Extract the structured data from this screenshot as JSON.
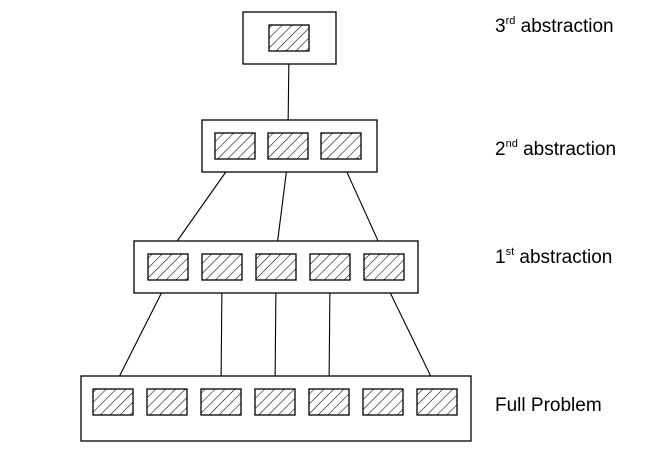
{
  "colors": {
    "stroke": "#000000",
    "background": "#ffffff",
    "hatch": "#000000"
  },
  "levels": [
    {
      "key": "abs3",
      "label": {
        "main": "3",
        "sup": "rd",
        "rest": " abstraction"
      },
      "node_count": 1
    },
    {
      "key": "abs2",
      "label": {
        "main": "2",
        "sup": "nd",
        "rest": " abstraction"
      },
      "node_count": 3
    },
    {
      "key": "abs1",
      "label": {
        "main": "1",
        "sup": "st",
        "rest": " abstraction"
      },
      "node_count": 5
    },
    {
      "key": "full",
      "label": {
        "main": "Full Problem",
        "sup": "",
        "rest": ""
      },
      "node_count": 7
    }
  ],
  "connections": [
    {
      "from": [
        0,
        0
      ],
      "to": [
        1,
        1
      ]
    },
    {
      "from": [
        1,
        0
      ],
      "to": [
        2,
        0
      ]
    },
    {
      "from": [
        1,
        1
      ],
      "to": [
        2,
        2
      ]
    },
    {
      "from": [
        1,
        2
      ],
      "to": [
        2,
        4
      ]
    },
    {
      "from": [
        2,
        0
      ],
      "to": [
        3,
        0
      ]
    },
    {
      "from": [
        2,
        1
      ],
      "to": [
        3,
        2
      ]
    },
    {
      "from": [
        2,
        2
      ],
      "to": [
        3,
        3
      ]
    },
    {
      "from": [
        2,
        3
      ],
      "to": [
        3,
        4
      ]
    },
    {
      "from": [
        2,
        4
      ],
      "to": [
        3,
        6
      ]
    }
  ]
}
